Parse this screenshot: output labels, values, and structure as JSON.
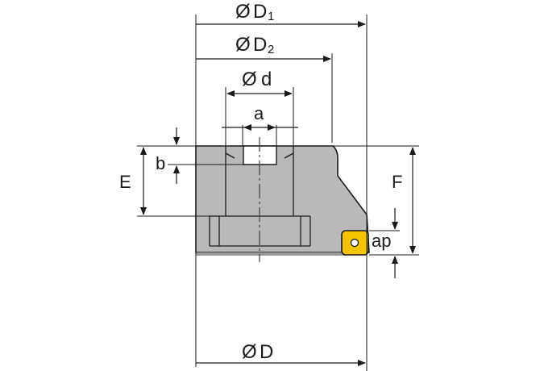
{
  "dimensions": {
    "D1": {
      "symbol": "Ø",
      "letter": "D",
      "index": "1"
    },
    "D2": {
      "symbol": "Ø",
      "letter": "D",
      "index": "2"
    },
    "d": {
      "symbol": "Ø",
      "letter": "d"
    },
    "a": "a",
    "b": "b",
    "E": "E",
    "F": "F",
    "ap": "ap",
    "D": {
      "symbol": "Ø",
      "letter": "D"
    }
  },
  "colors": {
    "body_fill": "#b9b9b9",
    "line": "#1a1a1a",
    "insert_fill": "#f4c400",
    "centerline": "#444444"
  }
}
